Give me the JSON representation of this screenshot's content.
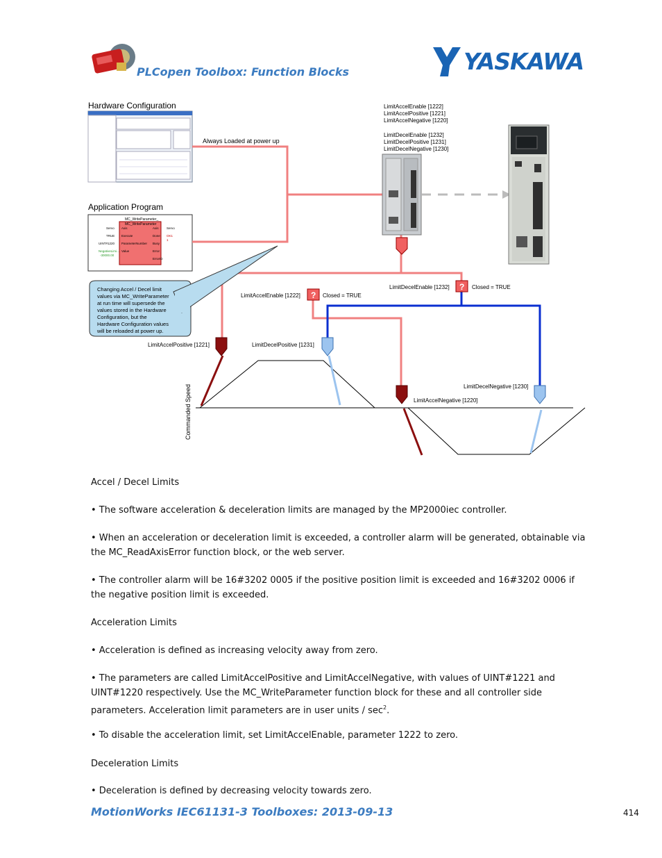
{
  "header": {
    "title": "PLCopen Toolbox: Function Blocks",
    "brand": "YASKAWA"
  },
  "diagram": {
    "hardware_config_label": "Hardware Configuration",
    "always_loaded_label": "Always Loaded at power up",
    "application_program_label": "Application Program",
    "fb_instance": "MC_WriteParameter_",
    "fb_type": "MC_WriteParameter",
    "fb_inputs": [
      "Axis",
      "Execute",
      "ParameterNumber",
      "Value"
    ],
    "fb_outputs": [
      "Axis",
      "Done",
      "Busy",
      "Error",
      "ErrorID"
    ],
    "fb_left_vars": [
      "Servo",
      "TRUE",
      "UINT#1220",
      "NegativeLimi...",
      "-30000.00"
    ],
    "fb_right_vars": [
      "Servo",
      "OK1",
      "1"
    ],
    "callout_lines": [
      "Changing Accel / Decel limit",
      "values via MC_WriteParameter",
      "at run time will supersede the",
      "values stored in the Hardware",
      "Configuration, but the",
      "Hardware Configuration values",
      "will be reloaded at power up."
    ],
    "param_list_accel": [
      "LimitAccelEnable [1222]",
      "LimitAccelPositive [1221]",
      "LimitAccelNegative [1220]"
    ],
    "param_list_decel": [
      "LimitDecelEnable [1232]",
      "LimitDecelPositive [1231]",
      "LimitDecelNegative [1230]"
    ],
    "decel_enable_label": "LimitDecelEnable [1232]",
    "accel_enable_label": "LimitAccelEnable [1222]",
    "closed_true": "Closed = TRUE",
    "accel_positive_label": "LimitAccelPositive [1221]",
    "decel_positive_label": "LimitDecelPositive [1231]",
    "decel_negative_label": "LimitDecelNegative [1230]",
    "accel_negative_label": "LimitAccelNegative [1220]",
    "y_axis_label": "Commanded Speed",
    "colors": {
      "accel": "#f08080",
      "decel": "#0a2fd0",
      "accel_marker": "#8b0f0f",
      "decel_marker": "#9cc4ef",
      "callout_fill": "#b8dcef"
    }
  },
  "body": {
    "p1": "Accel / Decel Limits",
    "p2": "• The software acceleration & deceleration limits are managed by the MP2000iec controller.",
    "p3": "• When an acceleration or deceleration limit is exceeded, a controller alarm will be generated, obtainable via the MC_ReadAxisError function block, or the web server.",
    "p4": "• The controller alarm will be 16#3202 0005 if the positive position limit is exceeded and 16#3202 0006 if the negative position limit is exceeded.",
    "p5": "Acceleration Limits",
    "p6": "• Acceleration is defined as increasing velocity away from zero.",
    "p7": "• The parameters are called LimitAccelPositive and LimitAccelNegative, with values of UINT#1221 and UINT#1220 respectively.   Use the MC_WriteParameter function block for these and all controller side parameters.  Acceleration limit parameters are in user units / sec",
    "p7_sup": "2",
    "p7_end": ".",
    "p8": "• To disable the acceleration limit, set LimitAccelEnable, parameter 1222 to zero.",
    "p9": "Deceleration Limits",
    "p10": "• Deceleration is defined by decreasing velocity towards zero."
  },
  "footer": {
    "title": "MotionWorks IEC61131-3 Toolboxes: 2013-09-13",
    "page": "414"
  }
}
